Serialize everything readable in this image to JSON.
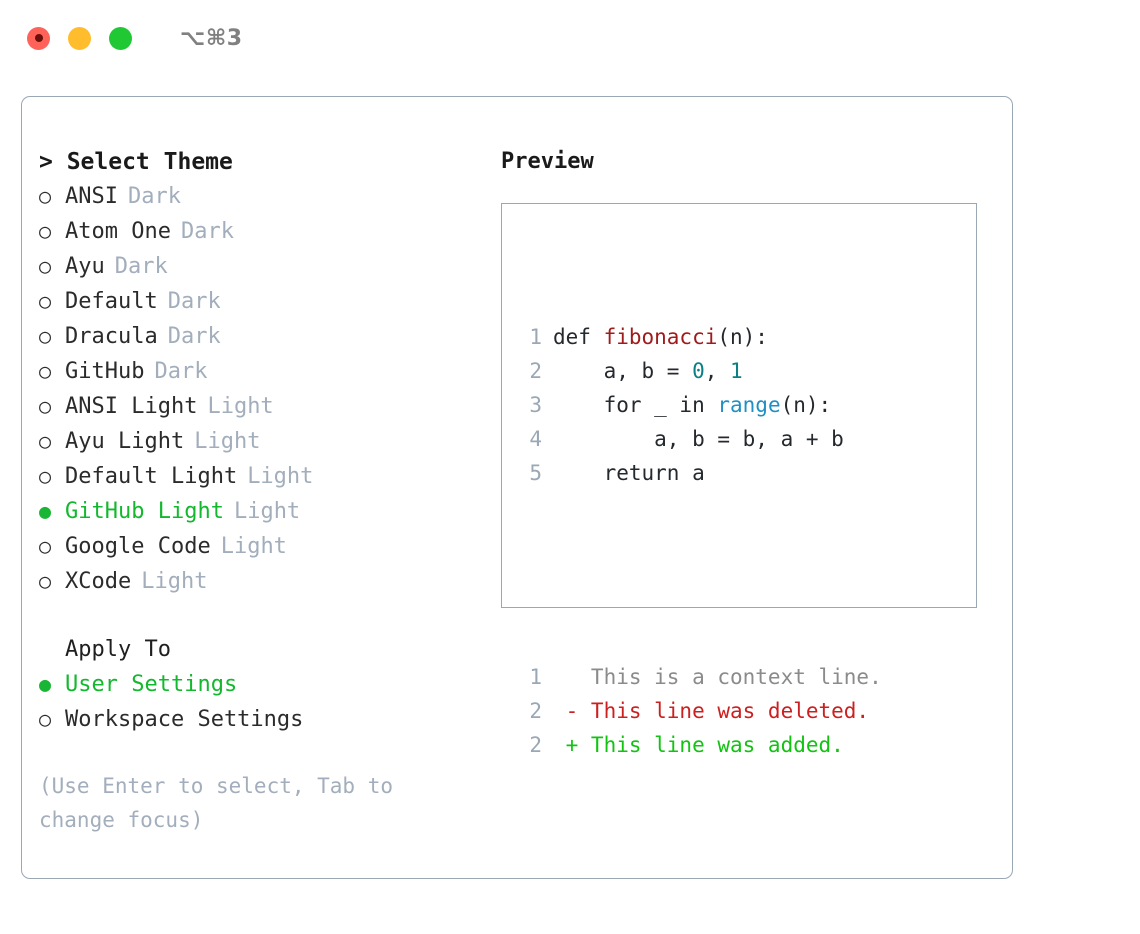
{
  "titlebar": {
    "shortcut": "⌥⌘3",
    "buttons": [
      "close",
      "minimize",
      "zoom"
    ]
  },
  "left_panel": {
    "heading": "> Select Theme",
    "themes": [
      {
        "marker": "○",
        "label": "ANSI",
        "kind": "Dark",
        "selected": false
      },
      {
        "marker": "○",
        "label": "Atom One",
        "kind": "Dark",
        "selected": false
      },
      {
        "marker": "○",
        "label": "Ayu",
        "kind": "Dark",
        "selected": false
      },
      {
        "marker": "○",
        "label": "Default",
        "kind": "Dark",
        "selected": false
      },
      {
        "marker": "○",
        "label": "Dracula",
        "kind": "Dark",
        "selected": false
      },
      {
        "marker": "○",
        "label": "GitHub",
        "kind": "Dark",
        "selected": false
      },
      {
        "marker": "○",
        "label": "ANSI Light",
        "kind": "Light",
        "selected": false
      },
      {
        "marker": "○",
        "label": "Ayu Light",
        "kind": "Light",
        "selected": false
      },
      {
        "marker": "○",
        "label": "Default Light",
        "kind": "Light",
        "selected": false
      },
      {
        "marker": "●",
        "label": "GitHub Light",
        "kind": "Light",
        "selected": true
      },
      {
        "marker": "○",
        "label": "Google Code",
        "kind": "Light",
        "selected": false
      },
      {
        "marker": "○",
        "label": "XCode",
        "kind": "Light",
        "selected": false
      }
    ],
    "apply_to_heading": "Apply To",
    "apply_to_options": [
      {
        "marker": "●",
        "label": "User Settings",
        "selected": true
      },
      {
        "marker": "○",
        "label": "Workspace Settings",
        "selected": false
      }
    ],
    "hint": "(Use Enter to select, Tab to change focus)"
  },
  "right_panel": {
    "title": "Preview",
    "code_lines": [
      {
        "no": "1",
        "tokens": [
          {
            "t": "def ",
            "c": "plain"
          },
          {
            "t": "fibonacci",
            "c": "fn"
          },
          {
            "t": "(n):",
            "c": "plain"
          }
        ]
      },
      {
        "no": "2",
        "tokens": [
          {
            "t": "    a, b = ",
            "c": "plain"
          },
          {
            "t": "0",
            "c": "num"
          },
          {
            "t": ", ",
            "c": "plain"
          },
          {
            "t": "1",
            "c": "num"
          }
        ]
      },
      {
        "no": "3",
        "tokens": [
          {
            "t": "    for _ in ",
            "c": "plain"
          },
          {
            "t": "range",
            "c": "call"
          },
          {
            "t": "(n):",
            "c": "plain"
          }
        ]
      },
      {
        "no": "4",
        "tokens": [
          {
            "t": "        a, b = b, a + b",
            "c": "plain"
          }
        ]
      },
      {
        "no": "5",
        "tokens": [
          {
            "t": "    return a",
            "c": "plain"
          }
        ]
      }
    ],
    "diff_lines": [
      {
        "no": "1",
        "tokens": [
          {
            "t": "   This is a context line.",
            "c": "ctx"
          }
        ]
      },
      {
        "no": "2",
        "tokens": [
          {
            "t": " - This line was deleted.",
            "c": "del"
          }
        ]
      },
      {
        "no": "2",
        "tokens": [
          {
            "t": " + This line was added.",
            "c": "add"
          }
        ]
      }
    ]
  },
  "colors": {
    "selected_green": "#14b82e",
    "muted": "#a3aebc",
    "border": "#9aa7b5",
    "fn_red": "#a01b1b",
    "num_teal": "#0a7f86",
    "call_blue": "#1f8fc4",
    "diff_del": "#cc1f1f",
    "diff_add": "#12c312"
  }
}
